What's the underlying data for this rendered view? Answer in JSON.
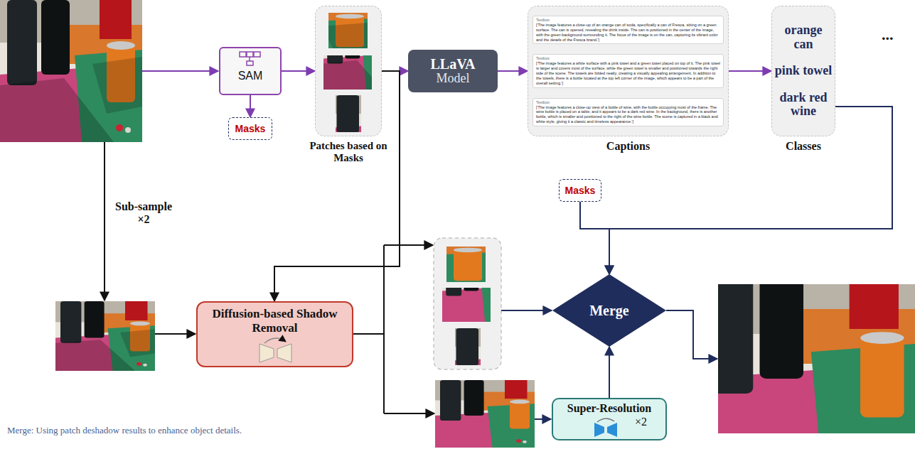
{
  "diagram": {
    "nodes": [
      {
        "text": [
          "SAM"
        ]
      },
      {
        "text": [
          "Masks"
        ]
      },
      {
        "text": [
          "Patches based on Masks"
        ]
      },
      {
        "text": [
          "LLaVA",
          "Model"
        ]
      },
      {
        "text": [
          "Captions"
        ]
      },
      {
        "text": [
          "Textbox",
          "['The image features a close-up of an orange can of soda, specifically a can of Fresca, sitting on a green surface. The can is opened, revealing the drink inside. The can is positioned in the center of the image, with the green background surrounding it. The focus of the image is on the can, capturing its vibrant color and the details of the Fresca brand.']"
        ],
        "in": 4
      },
      {
        "text": [
          "Textbox",
          "['The image features a white surface with a pink towel and a green towel placed on top of it. The pink towel is larger and covers most of the surface, while the green towel is smaller and positioned towards the right side of the scene. The towels are folded neatly, creating a visually appealing arrangement. In addition to the towels, there is a bottle located at the top left corner of the image, which appears to be a part of the overall setting.']"
        ],
        "in": 4
      },
      {
        "text": [
          "Textbox",
          "['The image features a close-up view of a bottle of wine, with the bottle occupying most of the frame. The wine bottle is placed on a table, and it appears to be a dark red wine. In the background, there is another bottle, which is smaller and positioned to the right of the wine bottle. The scene is captured in a black and white style, giving it a classic and timeless appearance.']"
        ],
        "in": 4
      },
      {
        "text": [
          "orange can",
          "pink towel",
          "dark red wine",
          "Classes"
        ]
      },
      {
        "text": [
          "Masks"
        ]
      },
      {
        "text": [
          "Diffusion-based Shadow Removal"
        ]
      },
      {
        "text": [
          "Merge"
        ]
      },
      {
        "text": [
          "Super-Resolution",
          "×2"
        ]
      }
    ],
    "edges": [
      {
        "from": 0,
        "to": 1,
        "arrow": "to"
      },
      {
        "from": 0,
        "to": 2,
        "arrow": "to"
      },
      {
        "from": 2,
        "to": 3,
        "arrow": "to"
      },
      {
        "from": 3,
        "to": 4,
        "arrow": "to"
      },
      {
        "from": 4,
        "to": 8,
        "arrow": "to"
      },
      {
        "from": 8,
        "to": 11,
        "arrow": "to"
      },
      {
        "from": 9,
        "to": 11,
        "arrow": "to"
      },
      {
        "from": 2,
        "to": 10,
        "arrow": "to"
      },
      {
        "from": 12,
        "to": 11,
        "arrow": "to"
      }
    ],
    "labels": [
      "Sub-sample ×2",
      "...",
      "Merge: Using patch deshadow results to enhance object details."
    ]
  }
}
